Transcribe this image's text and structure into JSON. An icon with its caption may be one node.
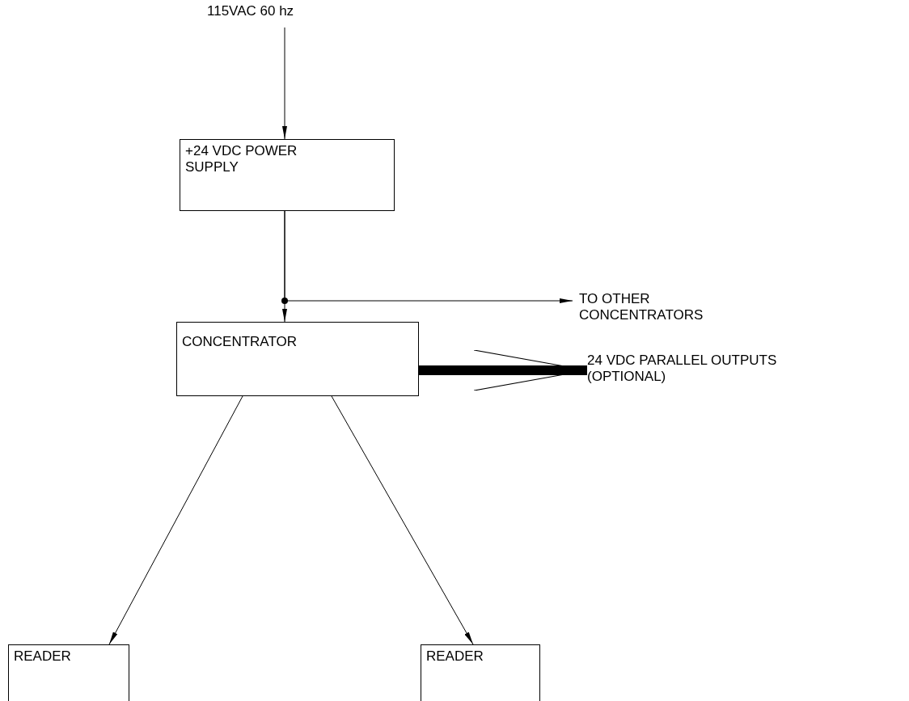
{
  "diagram": {
    "nodes": [
      {
        "text": [
          "115VAC 60 hz"
        ]
      },
      {
        "text": [
          "+24 VDC POWER SUPPLY"
        ]
      },
      {
        "text": [
          "TO OTHER CONCENTRATORS"
        ]
      },
      {
        "text": [
          "CONCENTRATOR"
        ]
      },
      {
        "text": [
          "24 VDC PARALLEL OUTPUTS (OPTIONAL)"
        ]
      },
      {
        "text": [
          "READER"
        ]
      },
      {
        "text": [
          "READER"
        ]
      }
    ],
    "edges": [
      {
        "from": 0,
        "to": 1,
        "arrow": "to"
      },
      {
        "from": 1,
        "to": 2,
        "arrow": "to"
      },
      {
        "from": 1,
        "to": 3,
        "arrow": "to"
      },
      {
        "from": 3,
        "to": 4,
        "arrow": "to",
        "style": "thick"
      },
      {
        "from": 3,
        "to": 5,
        "arrow": "to"
      },
      {
        "from": 3,
        "to": 6,
        "arrow": "to"
      }
    ]
  }
}
